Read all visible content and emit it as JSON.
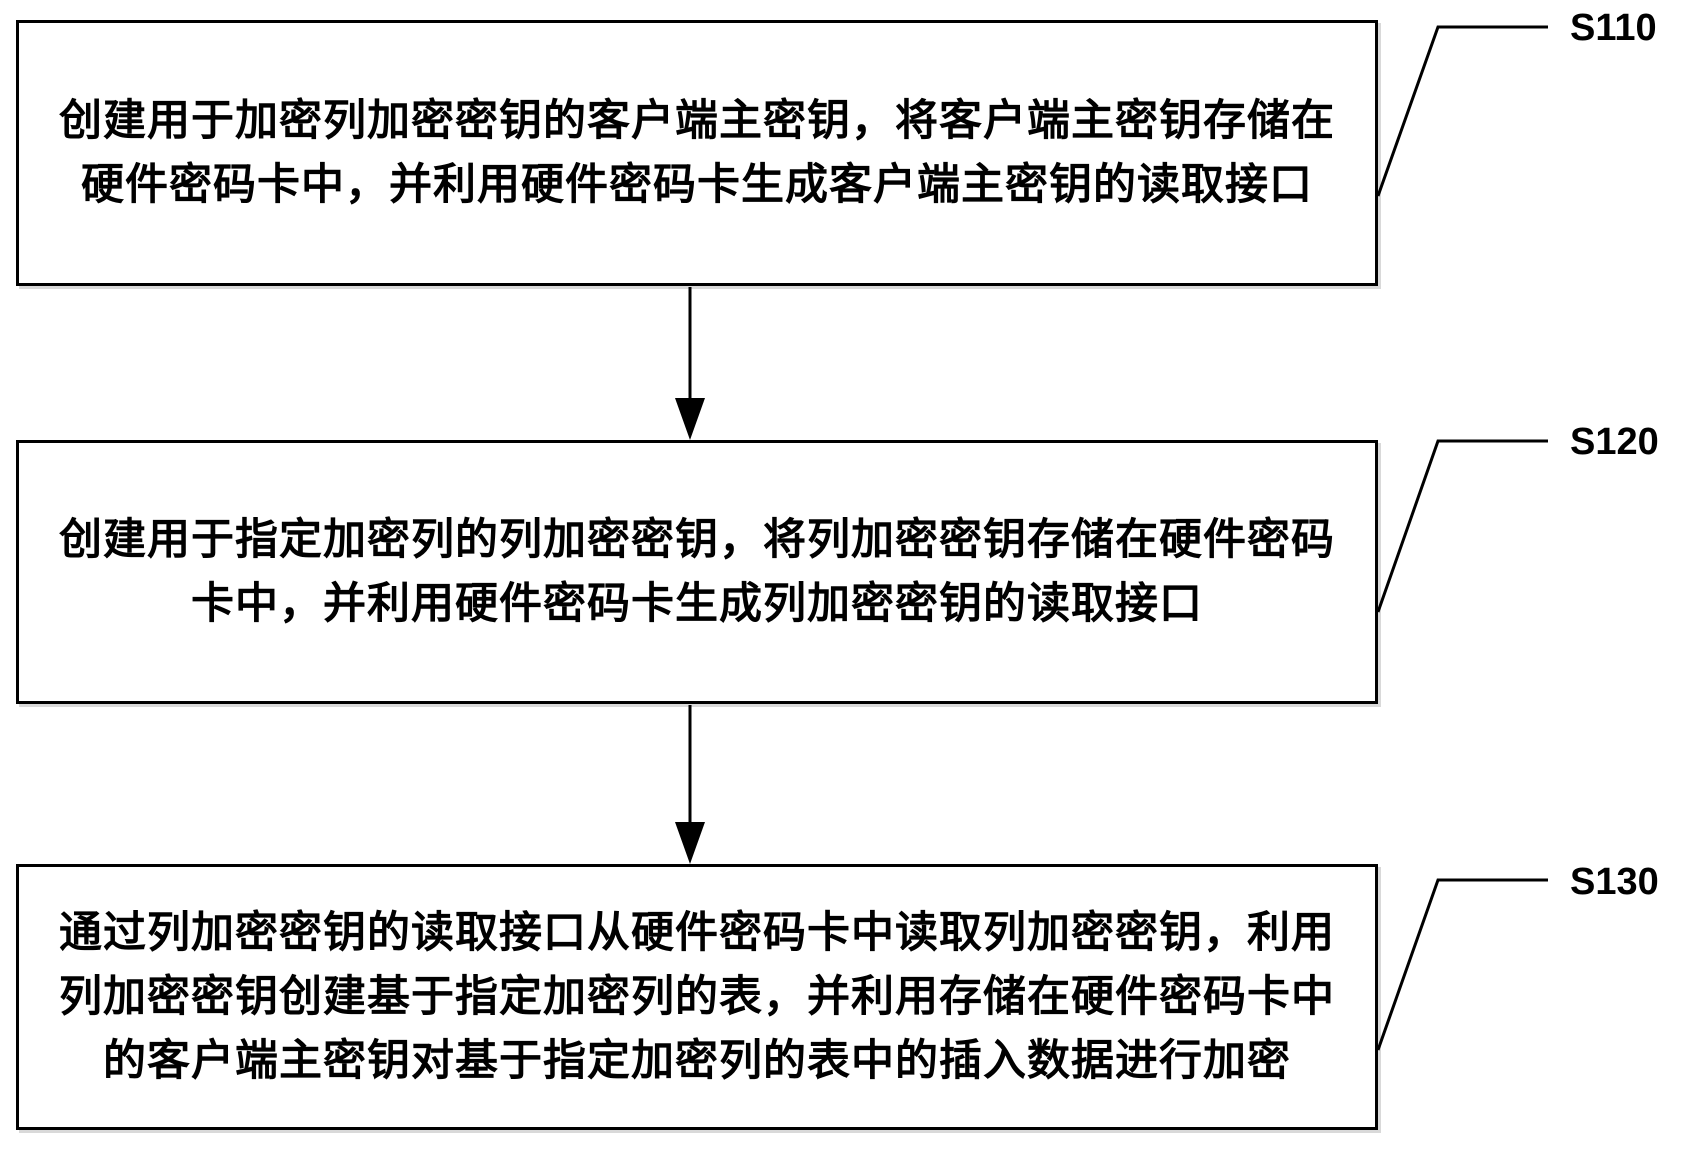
{
  "steps": [
    {
      "id": "S110",
      "text": "创建用于加密列加密密钥的客户端主密钥，将客户端主密钥存储在硬件密码卡中，并利用硬件密码卡生成客户端主密钥的读取接口"
    },
    {
      "id": "S120",
      "text": "创建用于指定加密列的列加密密钥，将列加密密钥存储在硬件密码卡中，并利用硬件密码卡生成列加密密钥的读取接口"
    },
    {
      "id": "S130",
      "text": "通过列加密密钥的读取接口从硬件密码卡中读取列加密密钥，利用列加密密钥创建基于指定加密列的表，并利用存储在硬件密码卡中的客户端主密钥对基于指定加密列的表中的插入数据进行加密"
    }
  ],
  "colors": {
    "line": "#000000",
    "background": "#ffffff"
  }
}
